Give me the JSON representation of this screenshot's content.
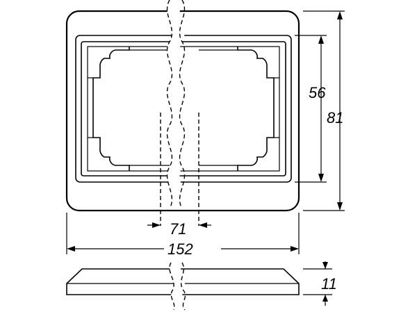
{
  "dimensions": {
    "inner_height": "56",
    "outer_height": "81",
    "inner_width": "71",
    "outer_width": "152",
    "depth": "11"
  },
  "colors": {
    "line": "#000000",
    "background": "#ffffff"
  }
}
